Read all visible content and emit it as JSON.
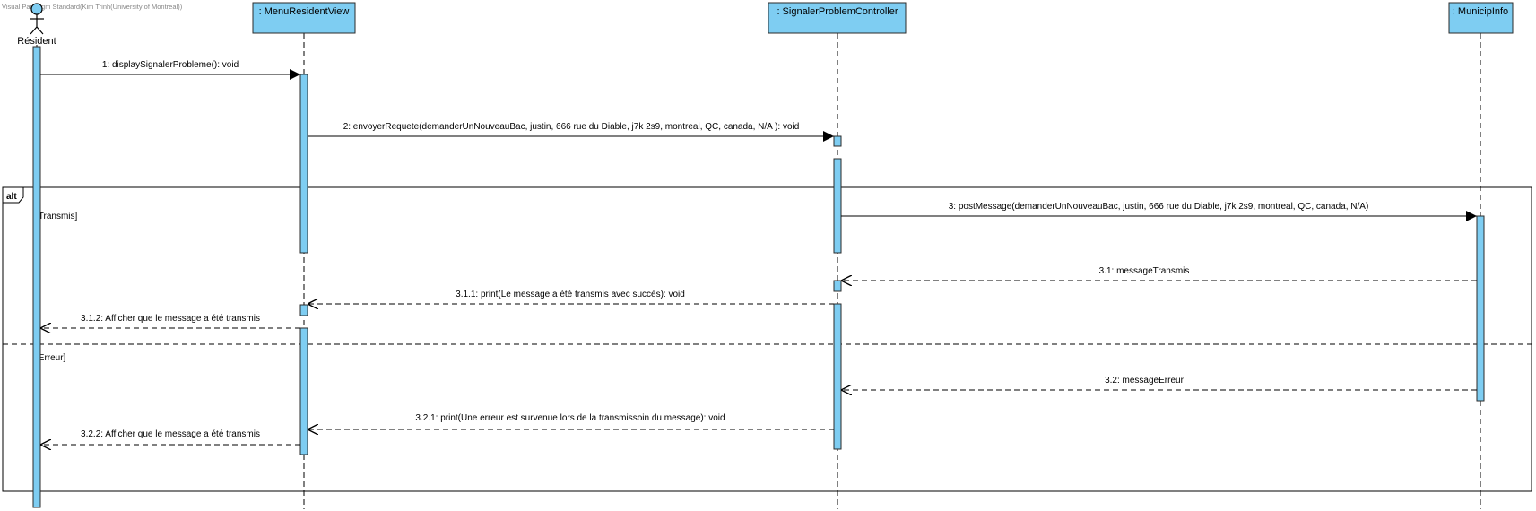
{
  "watermark": "Visual Paradigm Standard(Kim Trinh(University of Montreal))",
  "colors": {
    "box_fill": "#7ecdf2",
    "box_border": "#2b2b2b",
    "activation_fill": "#7ecdf2",
    "line": "#000000",
    "watermark": "#888888"
  },
  "actor": {
    "name": "Résident",
    "icon": "stick-figure-icon"
  },
  "lifelines": [
    {
      "id": "view",
      "name": ": MenuResidentView"
    },
    {
      "id": "controller",
      "name": ": SignalerProblemController"
    },
    {
      "id": "municip",
      "name": ": MunicipInfo"
    }
  ],
  "fragment": {
    "operator": "alt",
    "guards": [
      "[Transmis]",
      "[Erreur]"
    ]
  },
  "messages": [
    {
      "id": "m1",
      "label": "1: displaySignalerProbleme(): void",
      "kind": "sync"
    },
    {
      "id": "m2",
      "label": "2: envoyerRequete(demanderUnNouveauBac, justin, 666 rue du Diable, j7k 2s9, montreal, QC, canada, N/A ): void",
      "kind": "sync"
    },
    {
      "id": "m3",
      "label": "3: postMessage(demanderUnNouveauBac, justin, 666 rue du Diable, j7k 2s9, montreal, QC, canada, N/A)",
      "kind": "sync"
    },
    {
      "id": "m31",
      "label": "3.1: messageTransmis",
      "kind": "return"
    },
    {
      "id": "m311",
      "label": "3.1.1: print(Le message a été transmis avec succès): void",
      "kind": "return"
    },
    {
      "id": "m312",
      "label": "3.1.2: Afficher que le message a été transmis",
      "kind": "return"
    },
    {
      "id": "m32",
      "label": "3.2: messageErreur",
      "kind": "return"
    },
    {
      "id": "m321",
      "label": "3.2.1: print(Une erreur est survenue lors de la transmissoin du message): void",
      "kind": "return"
    },
    {
      "id": "m322",
      "label": "3.2.2: Afficher que le message a été transmis",
      "kind": "return"
    }
  ]
}
